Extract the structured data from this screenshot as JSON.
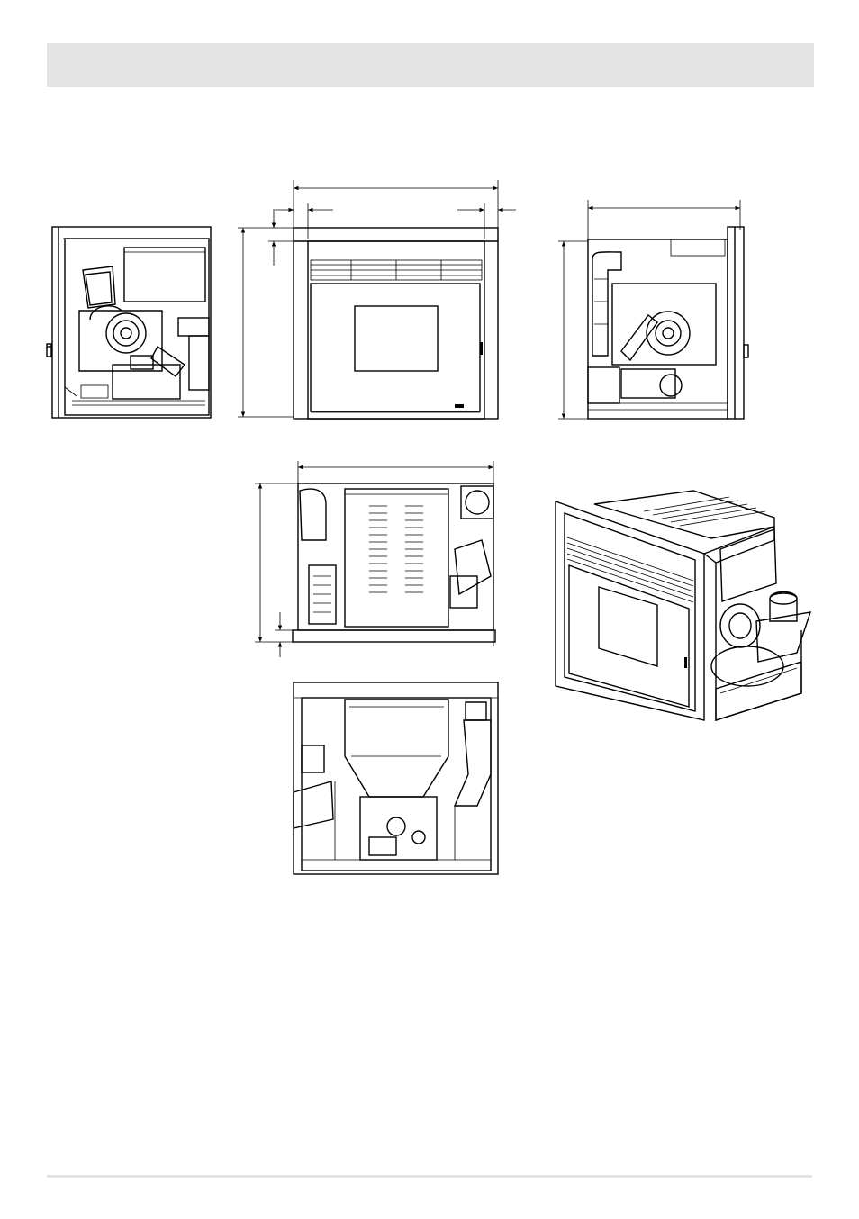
{
  "header": {
    "title": ""
  },
  "views": [
    {
      "id": "left-side-view"
    },
    {
      "id": "front-view"
    },
    {
      "id": "right-side-view"
    },
    {
      "id": "top-view"
    },
    {
      "id": "isometric-view"
    },
    {
      "id": "bottom-view"
    }
  ],
  "colors": {
    "header_band": "#e3e3e3",
    "line": "#000000",
    "background": "#ffffff"
  }
}
